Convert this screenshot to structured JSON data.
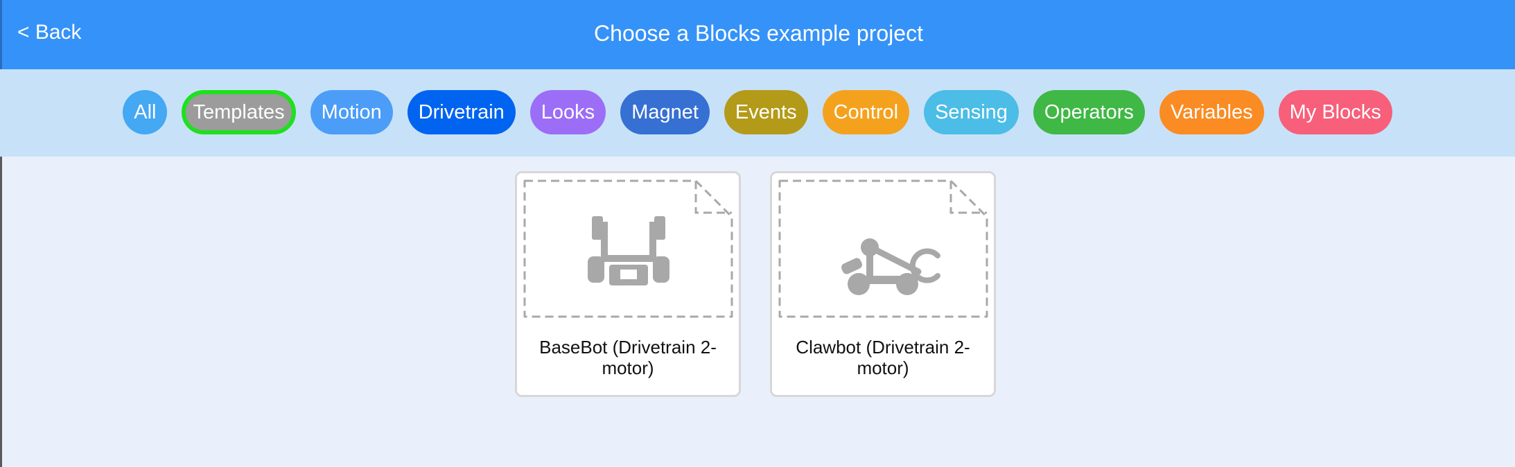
{
  "header": {
    "back_label": "< Back",
    "title": "Choose a Blocks example project",
    "background": "#3592f8"
  },
  "filters": [
    {
      "label": "All",
      "color": "#44a8f3",
      "selected": false
    },
    {
      "label": "Templates",
      "color": "#9c9c9c",
      "selected": true
    },
    {
      "label": "Motion",
      "color": "#4b9df7",
      "selected": false
    },
    {
      "label": "Drivetrain",
      "color": "#0064f0",
      "selected": false
    },
    {
      "label": "Looks",
      "color": "#9c6ef7",
      "selected": false
    },
    {
      "label": "Magnet",
      "color": "#3670d3",
      "selected": false
    },
    {
      "label": "Events",
      "color": "#b49a19",
      "selected": false
    },
    {
      "label": "Control",
      "color": "#f4a21e",
      "selected": false
    },
    {
      "label": "Sensing",
      "color": "#4bbde7",
      "selected": false
    },
    {
      "label": "Operators",
      "color": "#3fb845",
      "selected": false
    },
    {
      "label": "Variables",
      "color": "#fa8c23",
      "selected": false
    },
    {
      "label": "My Blocks",
      "color": "#f75f7a",
      "selected": false
    }
  ],
  "projects": [
    {
      "label": "BaseBot (Drivetrain 2-motor)",
      "icon": "basebot-icon"
    },
    {
      "label": "Clawbot (Drivetrain 2-motor)",
      "icon": "clawbot-icon"
    }
  ]
}
